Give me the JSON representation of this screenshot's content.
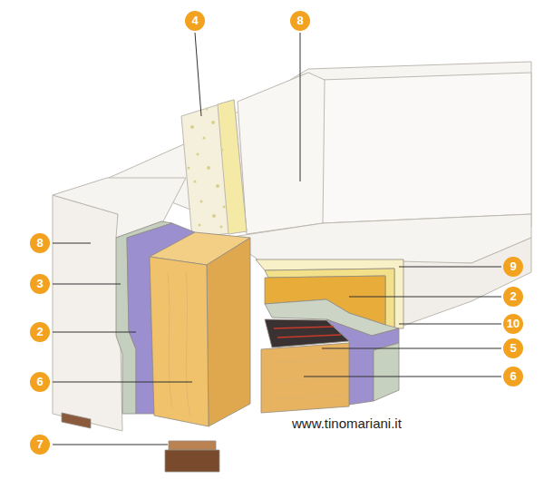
{
  "diagram": {
    "labels": [
      "4",
      "8",
      "8",
      "3",
      "2",
      "6",
      "7",
      "9",
      "2",
      "10",
      "5",
      "6",
      "www.tinomariani.it"
    ]
  }
}
